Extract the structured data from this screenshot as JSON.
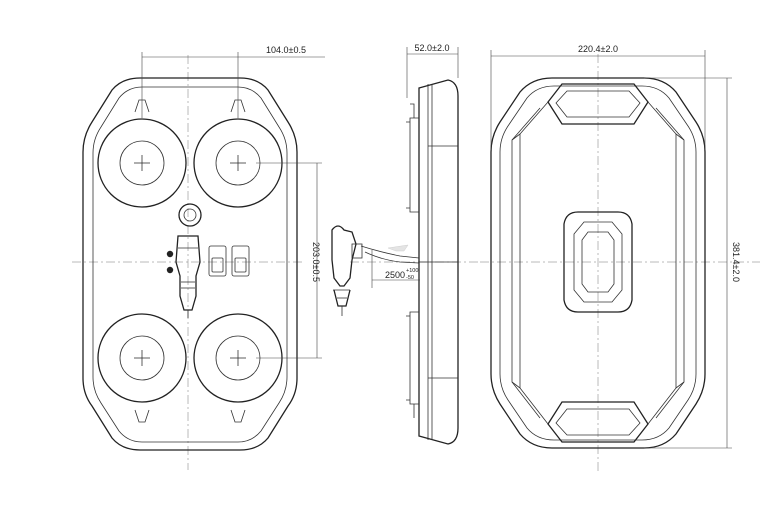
{
  "dimensions": {
    "bottom_width": "104.0±0.5",
    "suction_spacing": "203.0±0.5",
    "cable_length_base": "2500",
    "cable_length_tol_upper": "+100",
    "cable_length_tol_lower": "-50",
    "side_thickness": "52.0±2.0",
    "top_width": "220.4±2.0",
    "top_length": "381.4±2.0"
  }
}
